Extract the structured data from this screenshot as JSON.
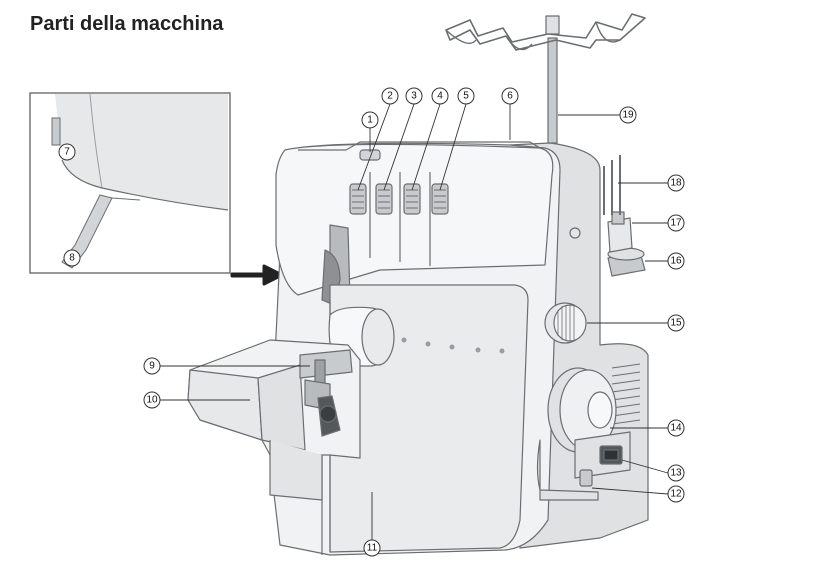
{
  "title": "Parti della macchina",
  "colors": {
    "ink": "#222222",
    "body_light": "#f3f4f5",
    "body_mid": "#dfe1e3",
    "body_dark": "#b8bbbe",
    "outline": "#6b6e71"
  },
  "callouts": [
    {
      "number": "1",
      "part": "thread-guide-top"
    },
    {
      "number": "2",
      "part": "tension-dial"
    },
    {
      "number": "3",
      "part": "tension-dial"
    },
    {
      "number": "4",
      "part": "tension-dial"
    },
    {
      "number": "5",
      "part": "tension-dial"
    },
    {
      "number": "6",
      "part": "top-cover"
    },
    {
      "number": "7",
      "part": "inset-knob"
    },
    {
      "number": "8",
      "part": "inset-lever"
    },
    {
      "number": "9",
      "part": "presser-foot"
    },
    {
      "number": "10",
      "part": "free-arm-cover"
    },
    {
      "number": "11",
      "part": "front-cover"
    },
    {
      "number": "12",
      "part": "power-switch"
    },
    {
      "number": "13",
      "part": "power-socket"
    },
    {
      "number": "14",
      "part": "handwheel"
    },
    {
      "number": "15",
      "part": "stitch-length-dial"
    },
    {
      "number": "16",
      "part": "spool-holder"
    },
    {
      "number": "17",
      "part": "spool-cap"
    },
    {
      "number": "18",
      "part": "spool-pins"
    },
    {
      "number": "19",
      "part": "thread-stand"
    }
  ]
}
